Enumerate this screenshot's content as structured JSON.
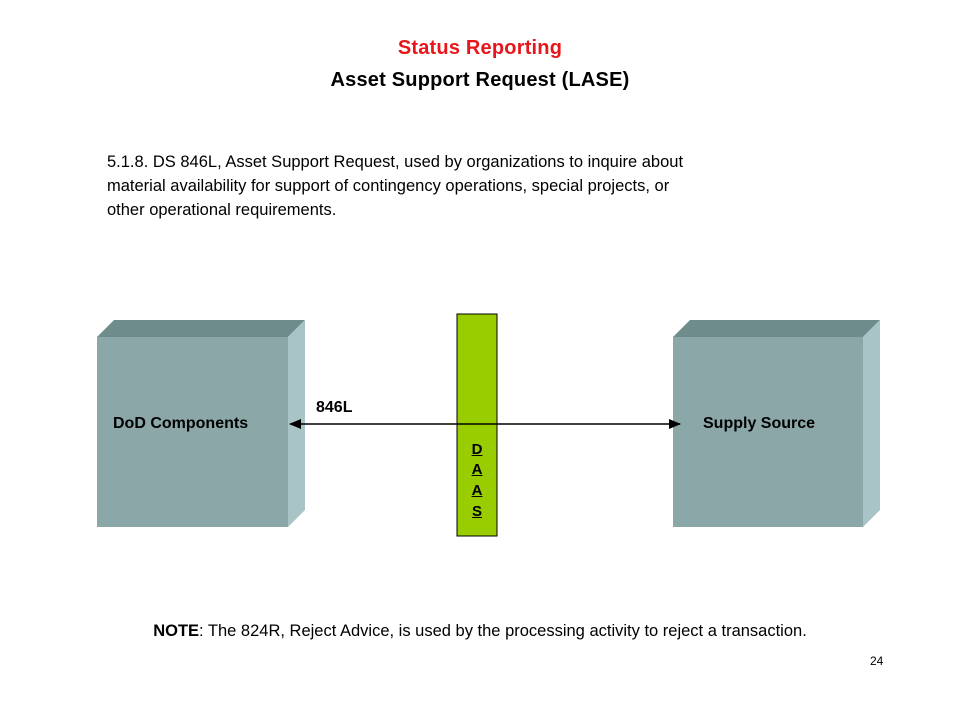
{
  "header": {
    "title": "Status Reporting",
    "subtitle": "Asset Support Request (LASE)"
  },
  "description": {
    "lines": [
      "5.1.8. DS 846L, Asset Support Request, used by organizations to inquire about",
      "material availability for support of contingency operations, special projects, or",
      "other operational requirements."
    ]
  },
  "diagram": {
    "left_box_label": "DoD Components",
    "right_box_label": "Supply Source",
    "arrow_label": "846L",
    "center_letters": [
      "D",
      "A",
      "A",
      "S"
    ],
    "colors": {
      "box_front": "#8ba7a8",
      "box_top": "#6f8c8d",
      "box_side": "#a9c4c6",
      "daas_bar": "#9acd00"
    }
  },
  "note": {
    "label": "NOTE",
    "text": ": The 824R, Reject Advice, is used by the processing activity to reject a transaction."
  },
  "footer": {
    "page_number": "24"
  }
}
